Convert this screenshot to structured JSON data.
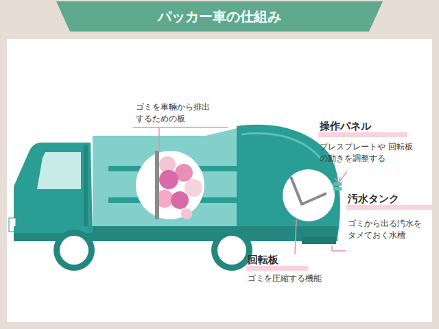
{
  "diagram": {
    "title": "パッカー車の仕組み",
    "labels": [
      "ゴミを車輛から排出 するための板",
      "操作パネル",
      "プレスプレートや 回転板の動きを調整する",
      "汚水タンク",
      "ゴミから出る汚水を タメておく水槽",
      "回転板",
      "ゴミを圧縮する機能"
    ]
  }
}
